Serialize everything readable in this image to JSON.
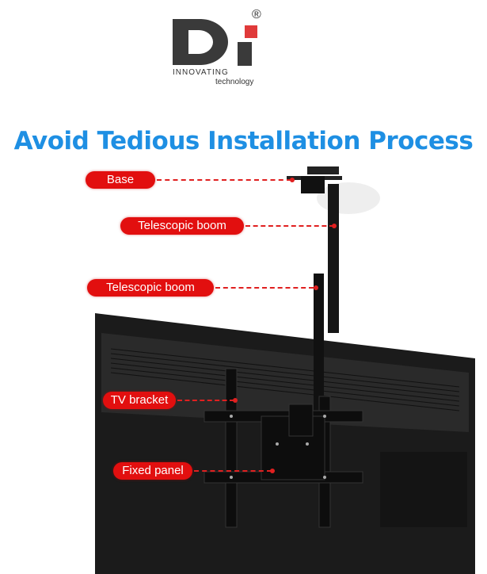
{
  "logo": {
    "letters": "Di",
    "registered": "®",
    "tagline_top": "INNOVATING",
    "tagline_bottom": "technology",
    "red": "#e03a3a"
  },
  "title": "Avoid Tedious Installation Process",
  "colors": {
    "title": "#1e8fe3",
    "label_bg": "#e20f0f"
  },
  "labels": [
    {
      "text": "Base"
    },
    {
      "text": "Telescopic boom"
    },
    {
      "text": "Telescopic boom"
    },
    {
      "text": "TV bracket"
    },
    {
      "text": "Fixed panel"
    }
  ]
}
